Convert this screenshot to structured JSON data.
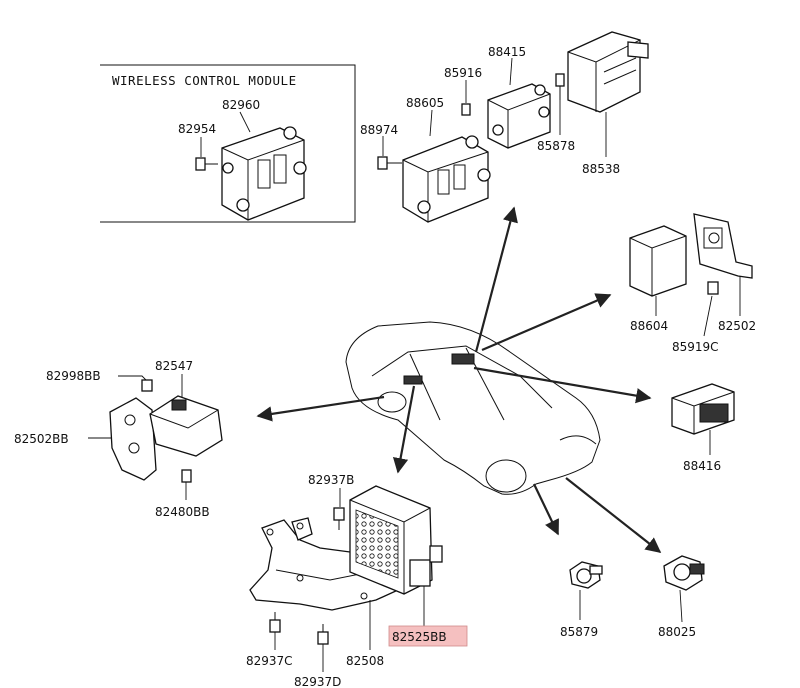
{
  "title": "WIRELESS CONTROL MODULE",
  "highlight_color": "#f5c0c0",
  "parts": {
    "p82954": "82954",
    "p82960": "82960",
    "p88974": "88974",
    "p88605": "88605",
    "p85916": "85916",
    "p88415": "88415",
    "p85878": "85878",
    "p88538": "88538",
    "p88604": "88604",
    "p82502": "82502",
    "p85919C": "85919C",
    "p88416": "88416",
    "p82998BB": "82998BB",
    "p82547": "82547",
    "p82502BB": "82502BB",
    "p82480BB": "82480BB",
    "p82937B": "82937B",
    "p82525BB": "82525BB",
    "p82937C": "82937C",
    "p82508": "82508",
    "p82937D": "82937D",
    "p85879": "85879",
    "p88025": "88025"
  }
}
